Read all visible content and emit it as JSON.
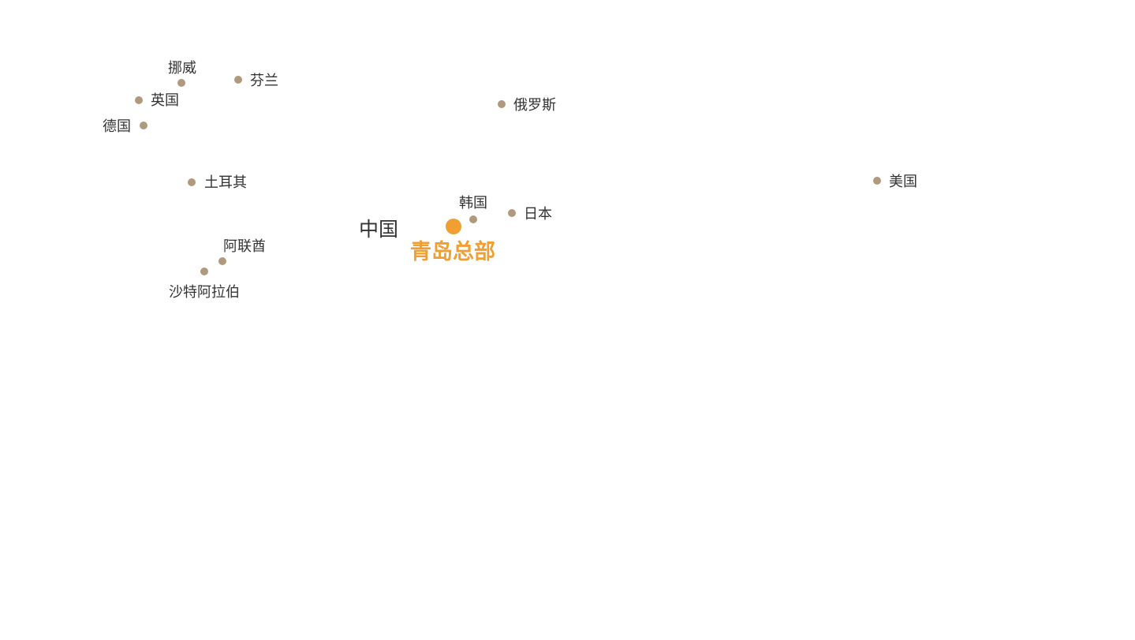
{
  "map": {
    "home_country": "中国",
    "headquarters": {
      "label": "青岛总部",
      "color": "#f0a032"
    },
    "marker_color": "#b09a7e",
    "locations": [
      {
        "id": "norway",
        "label": "挪威"
      },
      {
        "id": "finland",
        "label": "芬兰"
      },
      {
        "id": "uk",
        "label": "英国"
      },
      {
        "id": "germany",
        "label": "德国"
      },
      {
        "id": "russia",
        "label": "俄罗斯"
      },
      {
        "id": "turkey",
        "label": "土耳其"
      },
      {
        "id": "usa",
        "label": "美国"
      },
      {
        "id": "korea",
        "label": "韩国"
      },
      {
        "id": "japan",
        "label": "日本"
      },
      {
        "id": "uae",
        "label": "阿联酋"
      },
      {
        "id": "saudi",
        "label": "沙特阿拉伯"
      }
    ]
  }
}
